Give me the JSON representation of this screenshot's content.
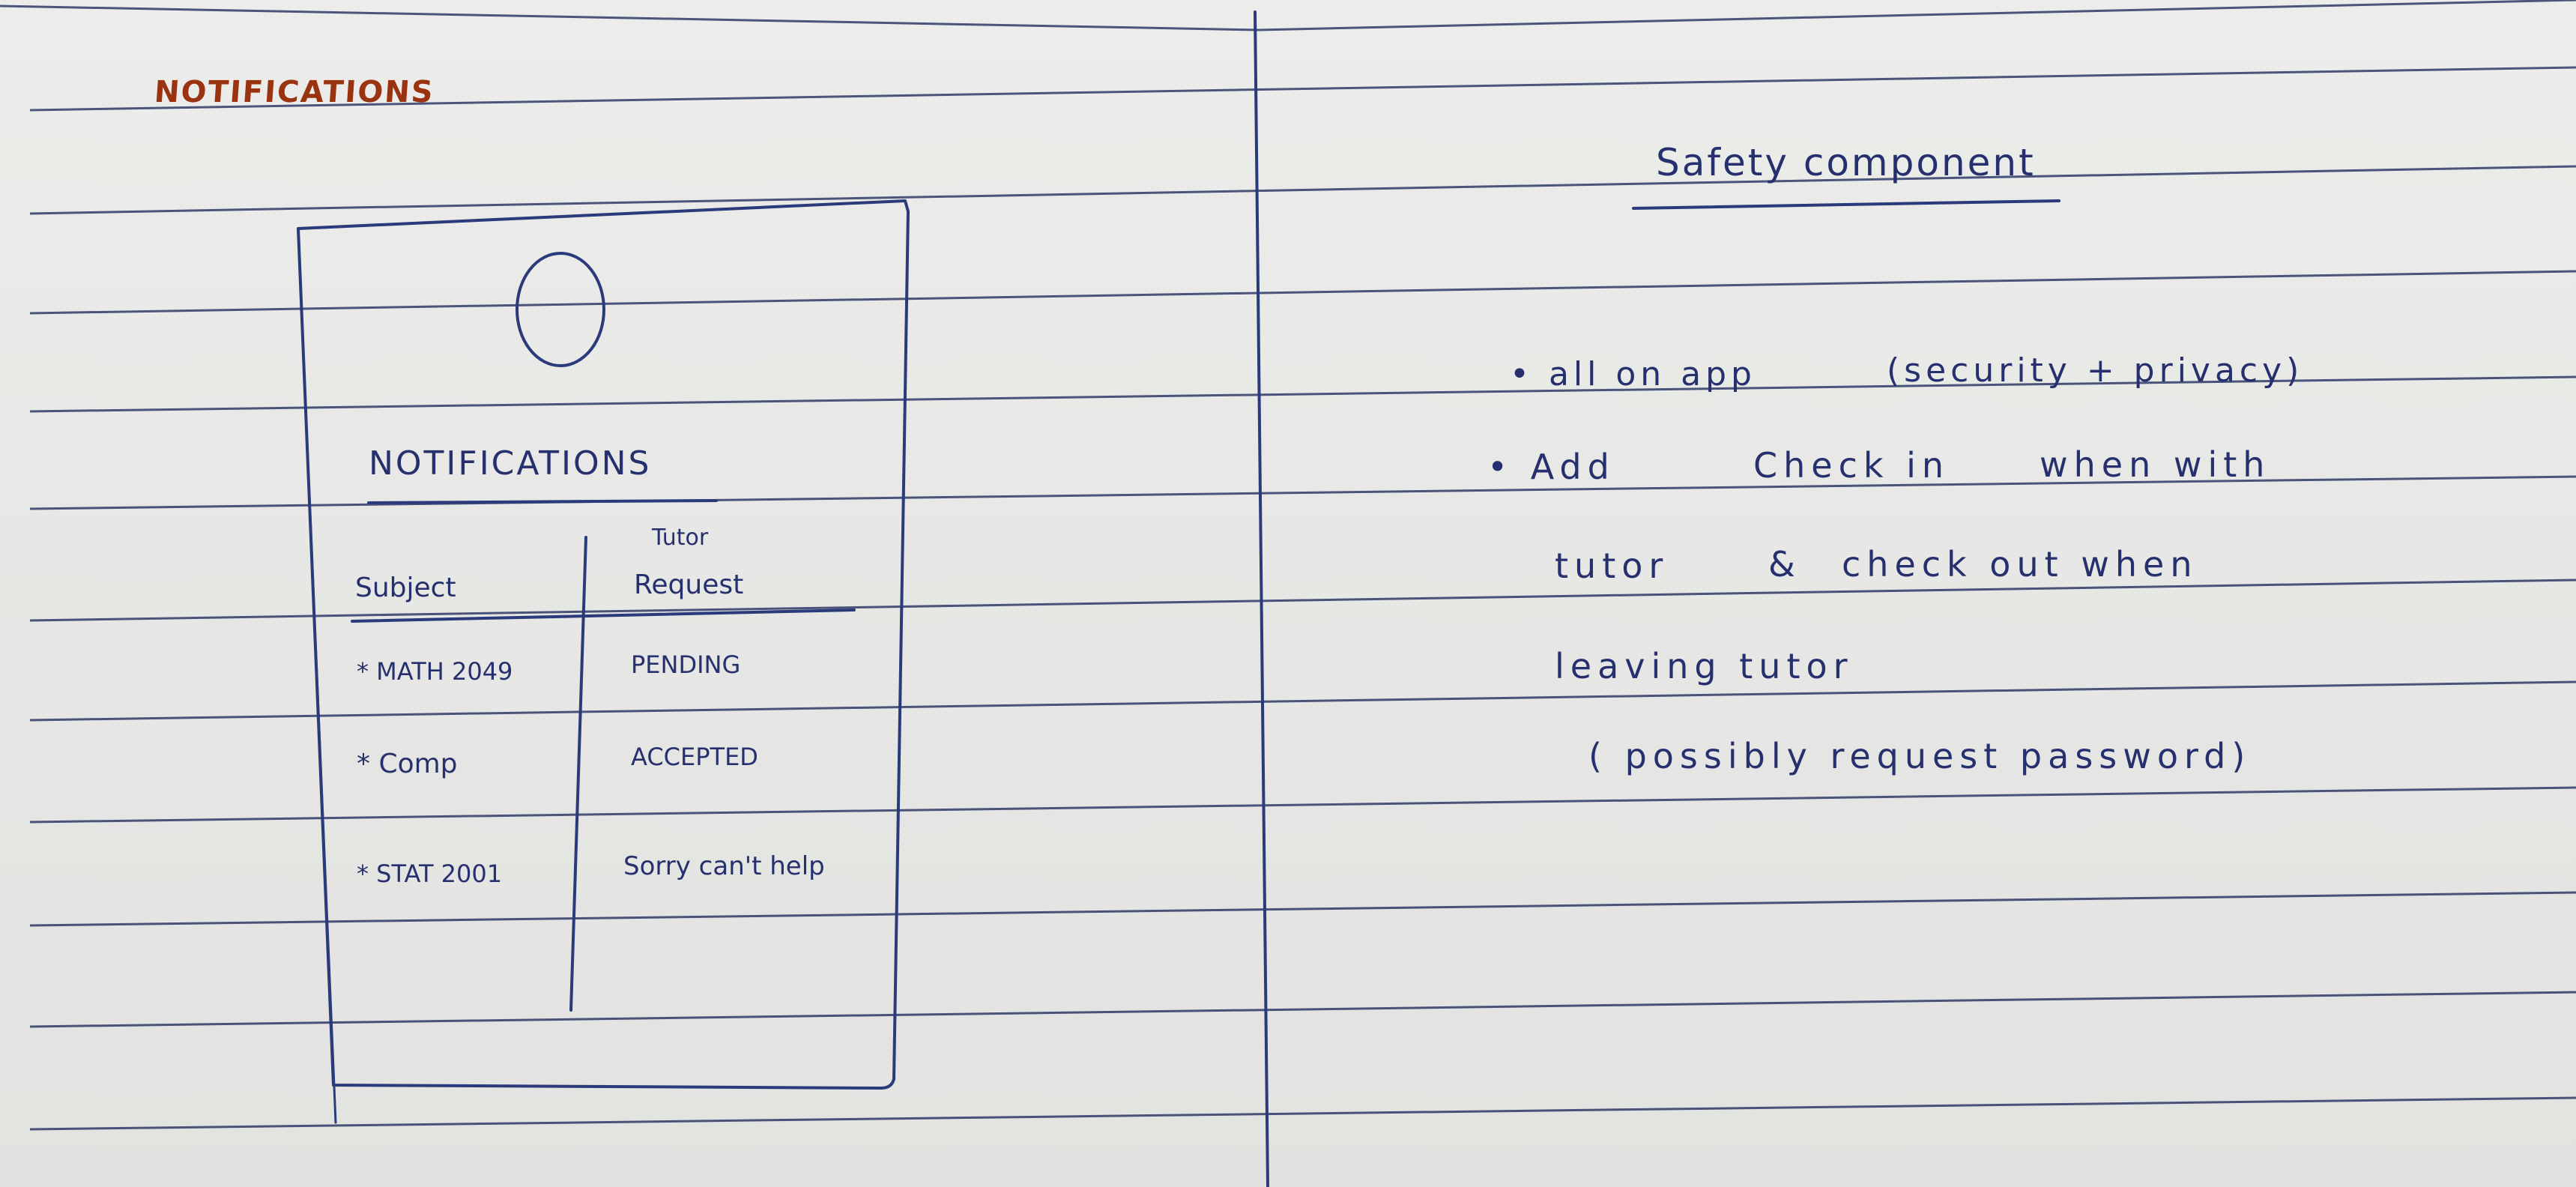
{
  "page_heading": "NOTIFICATIONS",
  "phone_sketch": {
    "header": "NOTIFICATIONS",
    "columns": [
      "Subject",
      "Tutor\nRequest"
    ],
    "col_subject": "Subject",
    "col_tutor_line1": "Tutor",
    "col_tutor_line2": "Request",
    "rows": [
      {
        "subject": "* MATH 2049",
        "status": "PENDING"
      },
      {
        "subject": "* Comp",
        "status": "ACCEPTED"
      },
      {
        "subject": "* STAT 2001",
        "status": "Sorry can't help"
      }
    ]
  },
  "right_page": {
    "title": "Safety component",
    "bullet1": "• all on app",
    "bullet1_note": "(security + privacy)",
    "bullet2_a": "• Add",
    "bullet2_b": "Check in",
    "bullet2_c": "when with",
    "bullet2_d": "tutor",
    "bullet2_e": "&",
    "bullet2_f": "check out when",
    "bullet2_g": "leaving tutor",
    "bullet2_note": "( possibly request password)"
  },
  "colors": {
    "ink": "#2b3a7a",
    "heading": "#9a3410",
    "paper": "#e7e7e4"
  }
}
